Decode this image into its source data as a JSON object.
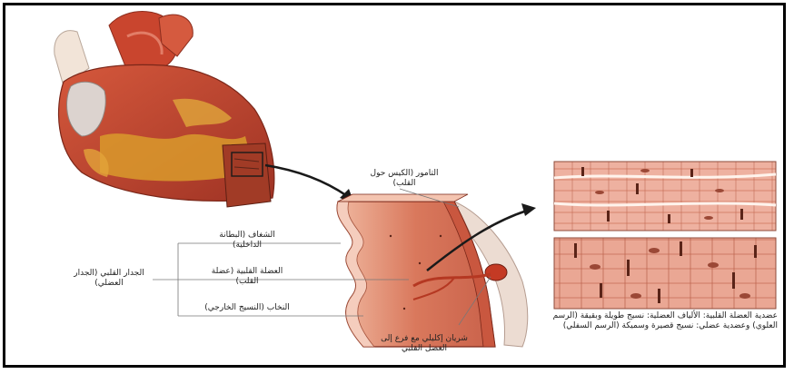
{
  "labels": {
    "pericardium": "التامور (الكيس حول القلب)",
    "endocardium": "الشغاف (البطانة الداخلية)",
    "myocardium": "العضلة القلبية (عضلة القلب)",
    "epicardium": "النخاب (النسيج الخارجي)",
    "heart_wall": "الجدار القلبي (الجدار العضلي)",
    "coronary": "شريان إكليلي مع فرع إلى العضل القلبي",
    "fibers_caption": "عضدية العضلة القلبية: الألياف العضلية: نسيج طويلة وبقيقة (الرسم العلوي) وعضدية عضلي: نسيج قصيرة وسميكة (الرسم السفلي)"
  },
  "colors": {
    "heart_red": "#c0472f",
    "fat_yellow": "#d99a2c",
    "muscle_pink": "#e8a089",
    "fiber_dark": "#5a2418",
    "arrow": "#1a1a1a"
  }
}
